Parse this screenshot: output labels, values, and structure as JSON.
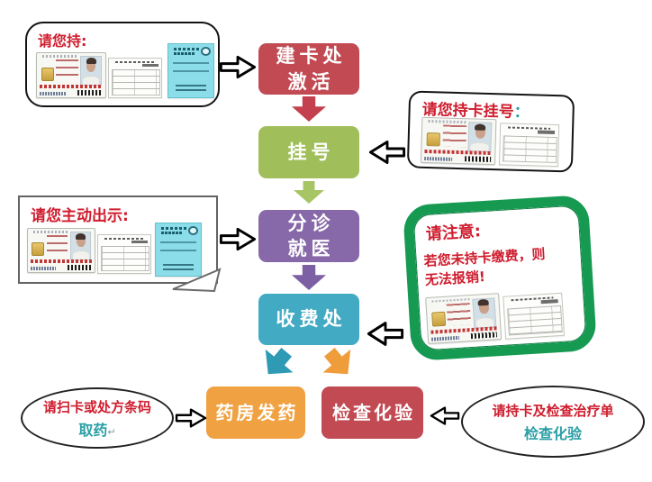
{
  "steps": {
    "card_office": {
      "line1": "建卡处",
      "line2": "激活"
    },
    "registration": {
      "label": "挂号"
    },
    "triage": {
      "line1": "分诊",
      "line2": "就医"
    },
    "cashier": {
      "label": "收费处"
    },
    "pharmacy": {
      "label": "药房发药"
    },
    "lab": {
      "label": "检查化验"
    }
  },
  "callouts": {
    "hold_items": {
      "title": "请您持:"
    },
    "register_with_card": {
      "title": "请您持卡挂号",
      "colon": "："
    },
    "show_items": {
      "title": "请您主动出示:"
    },
    "notice": {
      "title": "请注意:",
      "line1": "若您未持卡缴费，则",
      "line2": "无法报销!"
    },
    "pickup": {
      "line1": "请扫卡或处方条码",
      "line2": "取药",
      "return_mark": "↵"
    },
    "exam": {
      "line1": "请持卡及检查治疗单",
      "line2": "检查化验"
    }
  },
  "colors": {
    "step_red": "#c14a53",
    "step_green": "#a0bf5b",
    "step_purple": "#8768a8",
    "step_teal": "#42abc3",
    "step_orange": "#f0a243",
    "notice_border_green": "#169a52",
    "text_red": "#cf1d2e",
    "text_teal": "#2a9fa6",
    "arrow_outline": "#000000"
  }
}
